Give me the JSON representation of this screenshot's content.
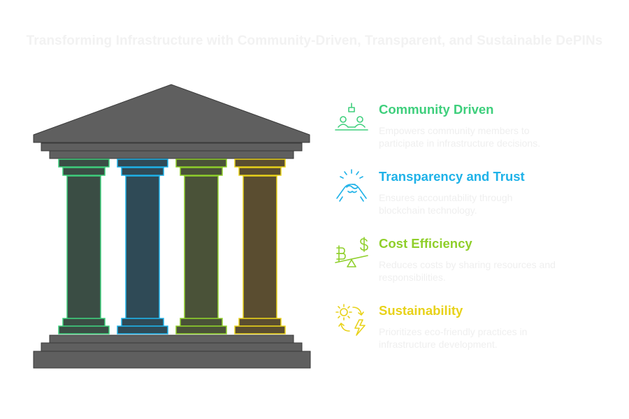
{
  "title": "Transforming Infrastructure with Community-Driven, Transparent, and Sustainable DePINs",
  "items": [
    {
      "heading": "Community Driven",
      "description": "Empowers community members to participate in infrastructure decisions.",
      "color": "#3ecf7c",
      "icon": "community-meeting-icon"
    },
    {
      "heading": "Transparency and Trust",
      "description": "Ensures accountability through blockchain technology.",
      "color": "#1fb2e8",
      "icon": "handshake-icon"
    },
    {
      "heading": "Cost Efficiency",
      "description": "Reduces costs by sharing resources and responsibilities.",
      "color": "#8fcf2a",
      "icon": "balance-seesaw-icon"
    },
    {
      "heading": "Sustainability",
      "description": "Prioritizes eco-friendly practices in infrastructure development.",
      "color": "#e8d21a",
      "icon": "renewable-energy-icon"
    }
  ],
  "pillar_colors": {
    "green": {
      "stroke": "#3ecf7c",
      "fill": "#3a4d44"
    },
    "blue": {
      "stroke": "#1fb2e8",
      "fill": "#2f4a56"
    },
    "olive": {
      "stroke": "#8fcf2a",
      "fill": "#4a5238"
    },
    "yellow": {
      "stroke": "#e8d21a",
      "fill": "#5a4d30"
    }
  },
  "structure_color": "#5f5f5f"
}
